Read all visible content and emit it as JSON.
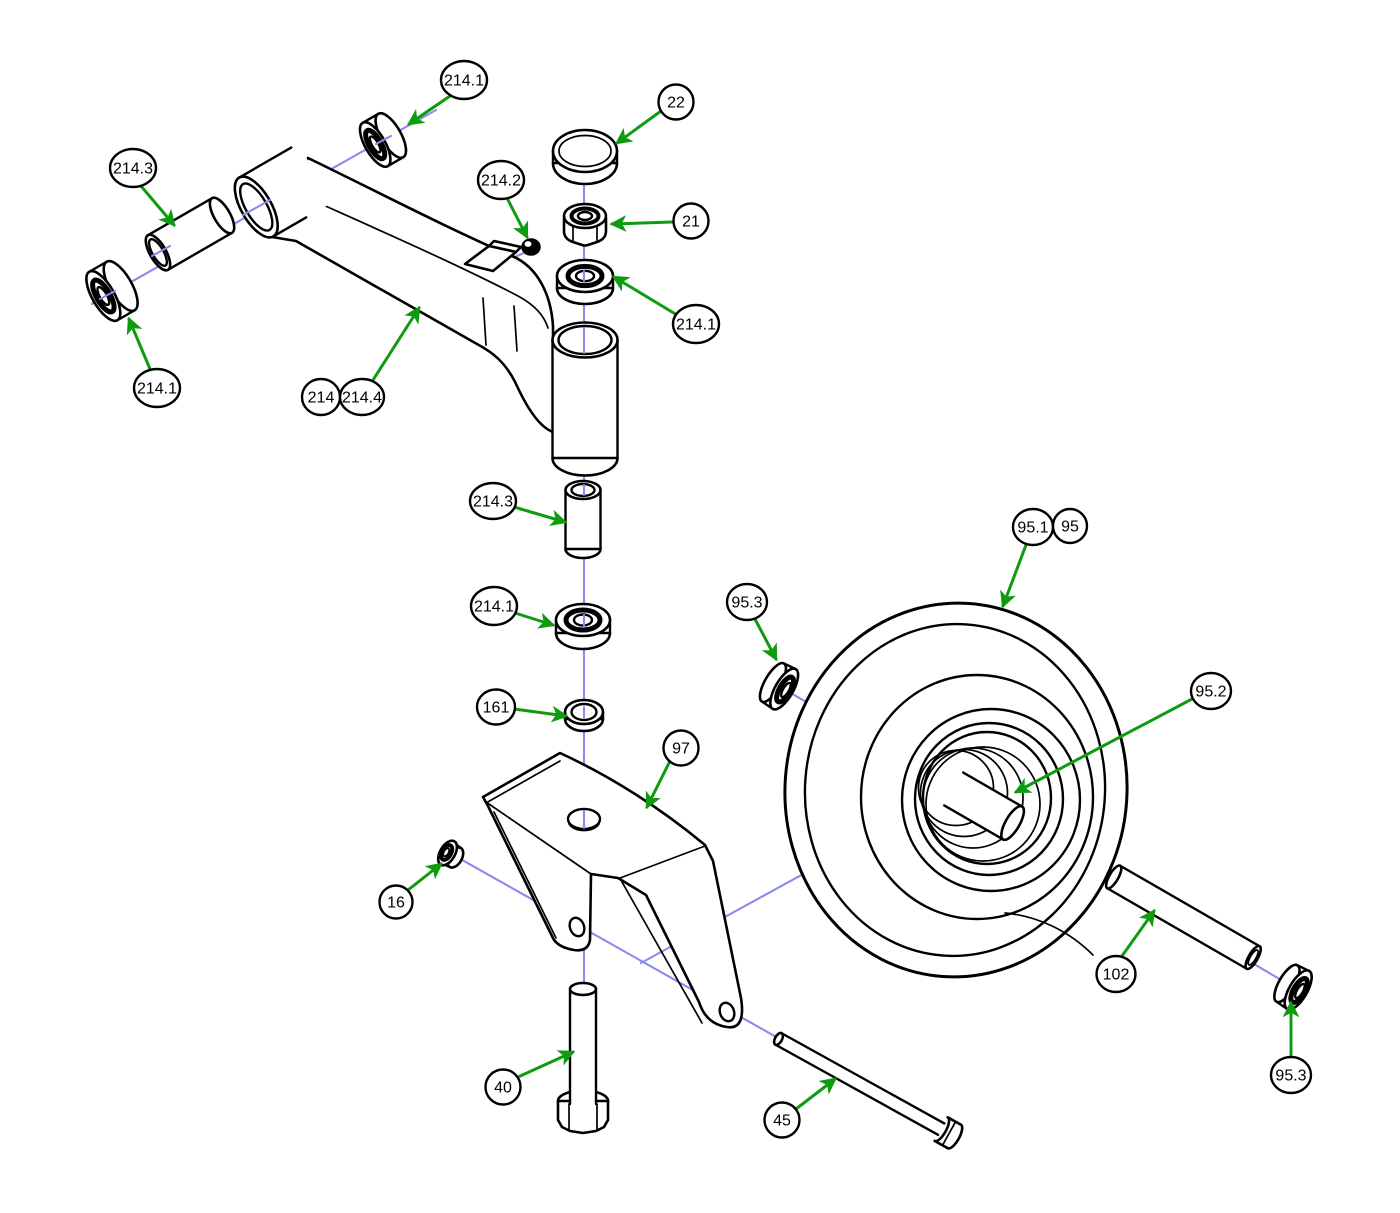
{
  "diagram": {
    "type": "exploded-parts-assembly-drawing",
    "colors": {
      "leader_arrow": "#0f9b0f",
      "centerline": "#8a8af0",
      "outline": "#000000",
      "background": "#ffffff"
    },
    "callouts": [
      {
        "label": "214.1"
      },
      {
        "label": "214.3"
      },
      {
        "label": "214.1"
      },
      {
        "label": "214.2"
      },
      {
        "label": "22"
      },
      {
        "label": "21"
      },
      {
        "label": "214.1"
      },
      {
        "label": "214"
      },
      {
        "label": "214.4"
      },
      {
        "label": "214.3"
      },
      {
        "label": "214.1"
      },
      {
        "label": "161"
      },
      {
        "label": "97"
      },
      {
        "label": "16"
      },
      {
        "label": "40"
      },
      {
        "label": "45"
      },
      {
        "label": "102"
      },
      {
        "label": "95.3"
      },
      {
        "label": "95.1"
      },
      {
        "label": "95"
      },
      {
        "label": "95.2"
      },
      {
        "label": "95.3"
      }
    ]
  }
}
